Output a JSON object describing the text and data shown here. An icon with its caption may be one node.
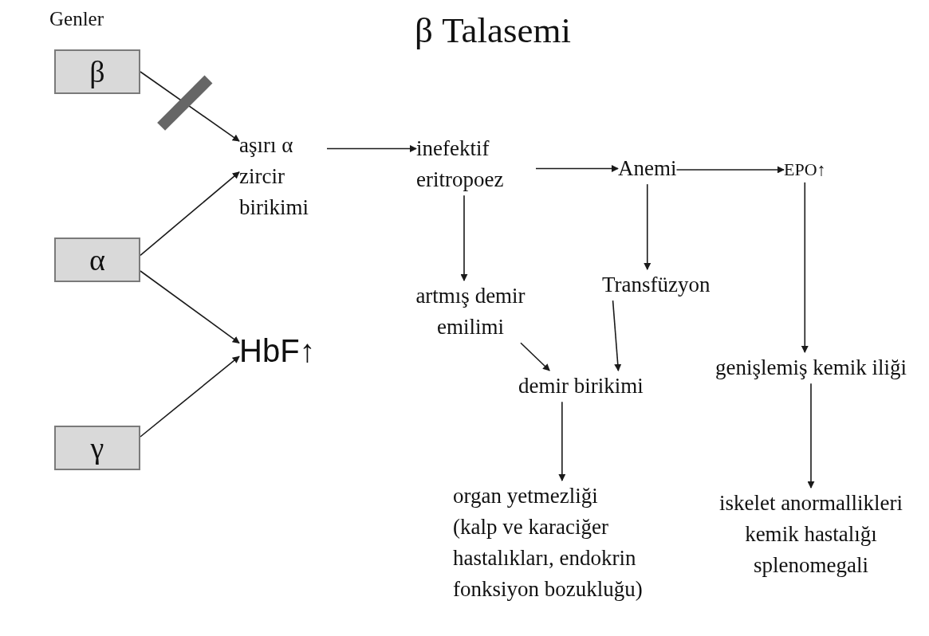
{
  "diagram": {
    "title": "β Talasemi",
    "nodes": [
      {
        "text": [
          "β"
        ]
      },
      {
        "text": [
          "α"
        ]
      },
      {
        "text": [
          "γ"
        ]
      },
      {
        "text": [
          "aşırı α zircir birikimi"
        ]
      },
      {
        "text": [
          "HbF↑"
        ]
      },
      {
        "text": [
          "inefektif eritropoez"
        ]
      },
      {
        "text": [
          "Anemi"
        ]
      },
      {
        "text": [
          "EPO↑"
        ]
      },
      {
        "text": [
          "artmış demir emilimi"
        ]
      },
      {
        "text": [
          "Transfüzyon"
        ]
      },
      {
        "text": [
          "demir birikimi"
        ]
      },
      {
        "text": [
          "genişlemiş kemik iliği"
        ]
      },
      {
        "text": [
          "organ yetmezliği (kalp ve karaciğer hastalıkları, endokrin fonksiyon bozukluğu)"
        ]
      },
      {
        "text": [
          "iskelet anormallikleri kemik hastalığı splenomegali"
        ]
      }
    ],
    "edges": [
      {
        "from": 0,
        "to": 3,
        "arrow": "to"
      },
      {
        "from": 1,
        "to": 3,
        "arrow": "to"
      },
      {
        "from": 1,
        "to": 4,
        "arrow": "to"
      },
      {
        "from": 2,
        "to": 4,
        "arrow": "to"
      },
      {
        "from": 3,
        "to": 5,
        "arrow": "to"
      },
      {
        "from": 5,
        "to": 6,
        "arrow": "to"
      },
      {
        "from": 6,
        "to": 7,
        "arrow": "to"
      },
      {
        "from": 5,
        "to": 8,
        "arrow": "to"
      },
      {
        "from": 6,
        "to": 9,
        "arrow": "to"
      },
      {
        "from": 8,
        "to": 10,
        "arrow": "to"
      },
      {
        "from": 9,
        "to": 10,
        "arrow": "to"
      },
      {
        "from": 10,
        "to": 12,
        "arrow": "to"
      },
      {
        "from": 7,
        "to": 11,
        "arrow": "to"
      },
      {
        "from": 11,
        "to": 13,
        "arrow": "to"
      }
    ],
    "labels": [
      "Genler"
    ]
  }
}
